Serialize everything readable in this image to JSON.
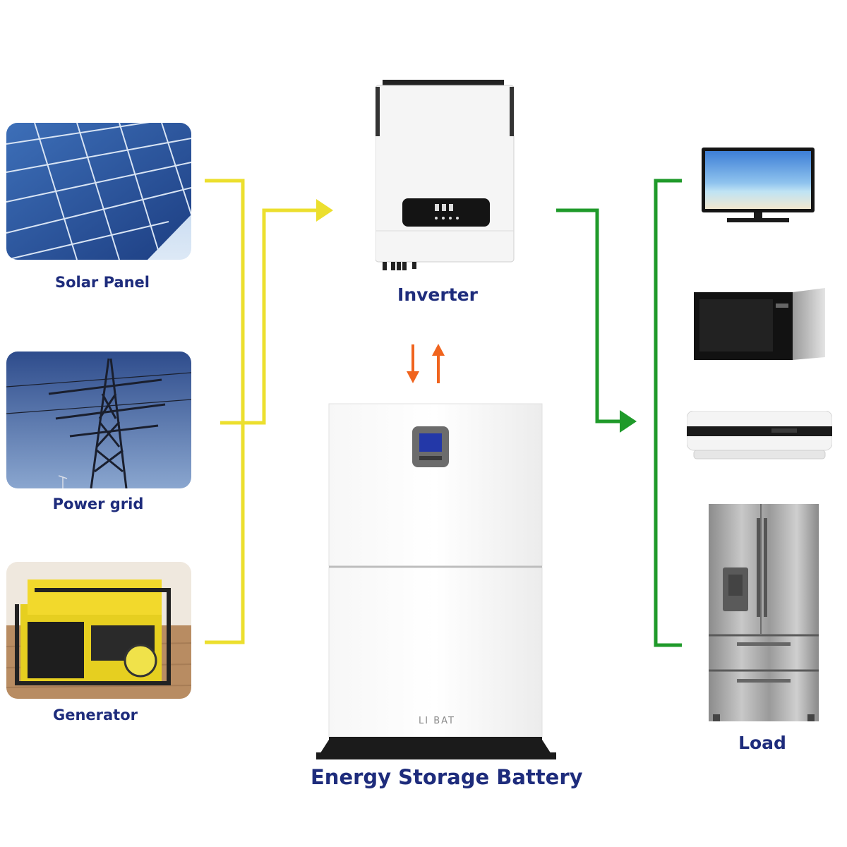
{
  "sources": {
    "solar": {
      "label": "Solar Panel"
    },
    "grid": {
      "label": "Power grid"
    },
    "generator": {
      "label": "Generator"
    }
  },
  "inverter": {
    "label": "Inverter"
  },
  "battery": {
    "label": "Energy Storage Battery",
    "brand": "LI BAT"
  },
  "load": {
    "label": "Load"
  },
  "colors": {
    "label": "#1e2c7c",
    "source_line": "#ecdf2e",
    "load_line": "#1f9a2a",
    "battery_arrows": "#f0641e"
  },
  "icons": [
    "solar-panel",
    "transmission-tower",
    "generator",
    "inverter",
    "battery",
    "television",
    "microwave",
    "air-conditioner",
    "refrigerator"
  ]
}
